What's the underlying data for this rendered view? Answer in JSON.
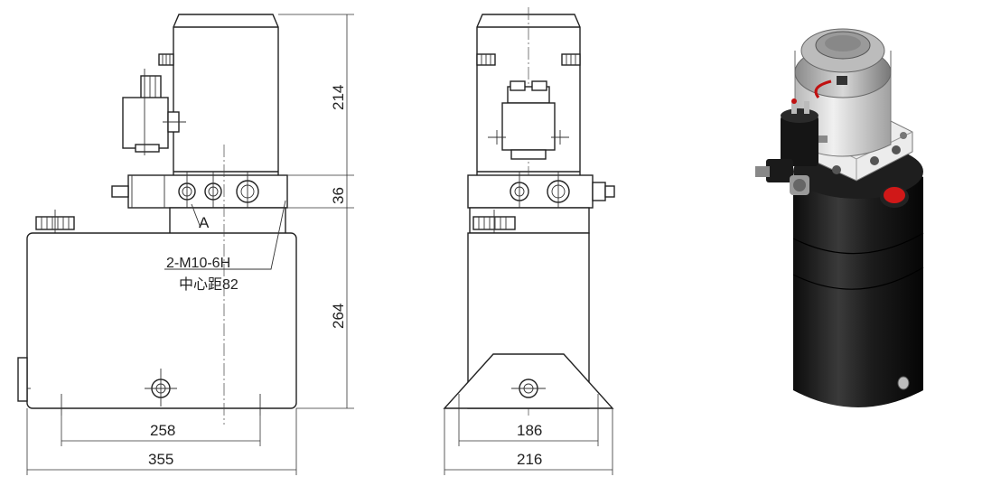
{
  "front_view": {
    "dim_height_motor": "214",
    "dim_height_block": "36",
    "dim_height_tank": "264",
    "dim_width_holes": "258",
    "dim_width_total": "355",
    "port_label": "A",
    "thread_note": "2-M10-6H",
    "center_note": "中心距82"
  },
  "side_view": {
    "dim_width_holes": "186",
    "dim_width_total": "216"
  },
  "render_view": {
    "body_color": "#1a1a1a",
    "block_color": "#e8e8e8",
    "cap_color": "#d01818"
  }
}
